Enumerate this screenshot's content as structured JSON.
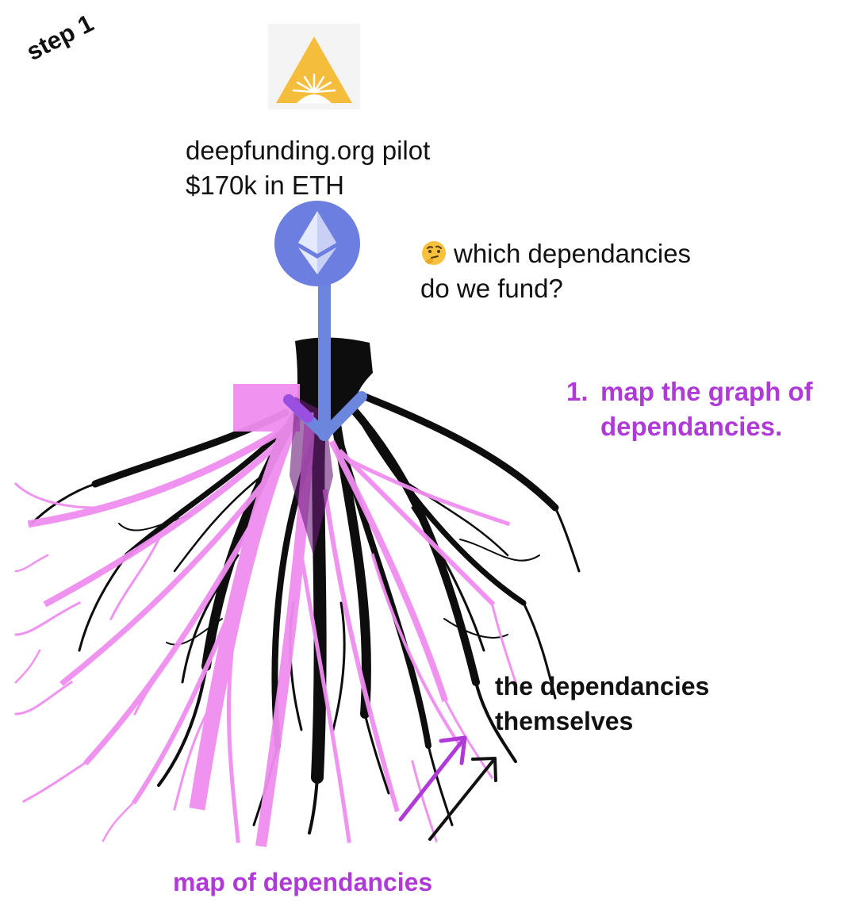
{
  "step_label": "step 1",
  "funding": {
    "line1": "deepfunding.org pilot",
    "line2": "$170k in ETH"
  },
  "question": "which dependancies do we fund?",
  "step_item": {
    "number": "1.",
    "line1": "map the graph of",
    "line2": "dependancies."
  },
  "dependencies_label": {
    "line1": "the dependancies",
    "line2": "themselves"
  },
  "map_label": "map of dependancies",
  "icons": {
    "logo": "deepfunding-logo-icon",
    "eth": "ethereum-icon",
    "emoji": "thinking-face-icon"
  },
  "colors": {
    "eth_blue": "#6c7fe0",
    "arrow_blue": "#6c86de",
    "magenta": "#b03ad8",
    "pink_map": "#f08df0",
    "logo_yellow": "#f5bd3c"
  }
}
